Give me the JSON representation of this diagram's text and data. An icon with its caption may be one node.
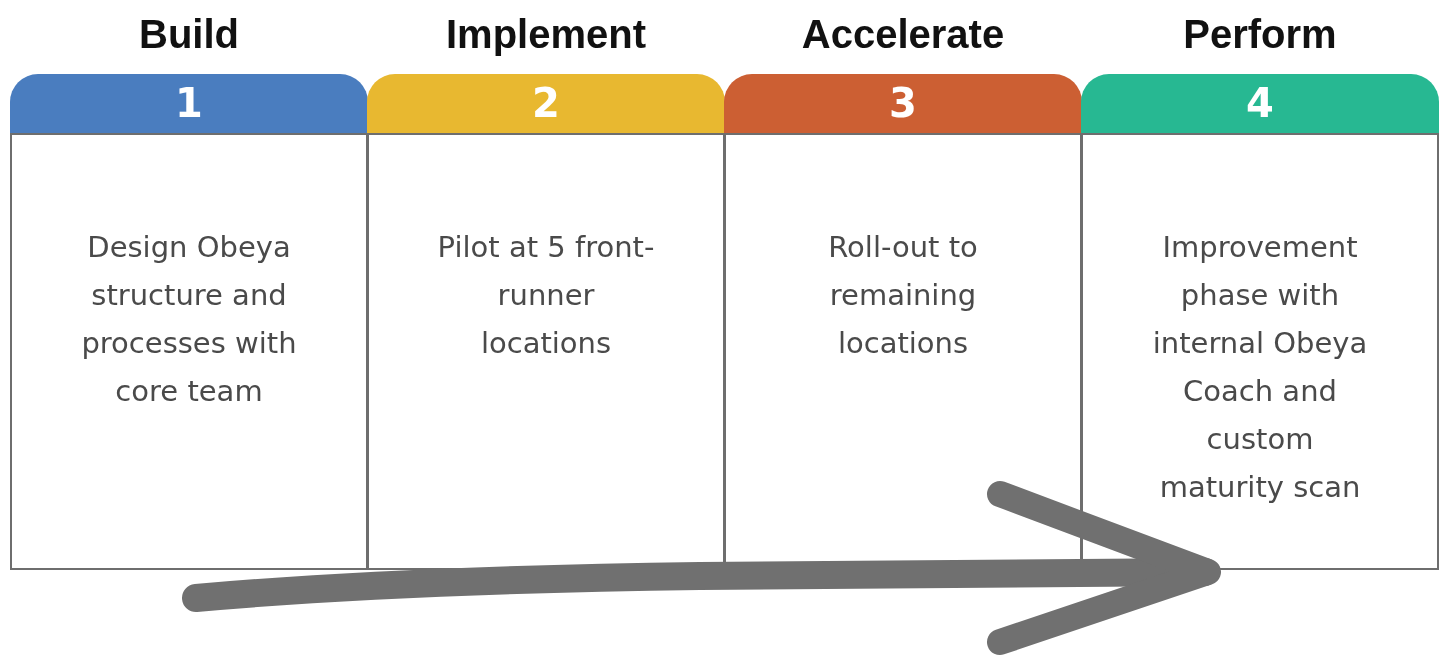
{
  "diagram": {
    "nodes": [
      {
        "text": [
          "Build",
          "1",
          "Design Obeya structure and processes with core team"
        ]
      },
      {
        "text": [
          "Implement",
          "2",
          "Pilot at 5 front-runner locations"
        ]
      },
      {
        "text": [
          "Accelerate",
          "3",
          "Roll-out to remaining locations"
        ]
      },
      {
        "text": [
          "Perform",
          "4",
          "Improvement phase with internal Obeya Coach and custom maturity scan"
        ]
      }
    ],
    "edges": []
  }
}
